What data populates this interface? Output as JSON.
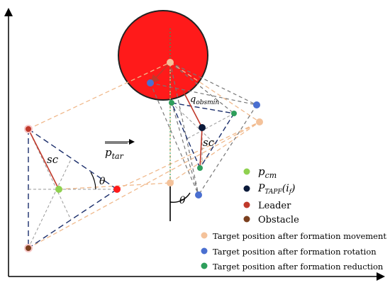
{
  "labels": {
    "sc_left": "sc",
    "sc_right": "sc",
    "theta_left": "θ",
    "theta_bottom": "θ",
    "q_main": "q",
    "q_sub": "obsmin",
    "p_tar": "p",
    "p_tar_sub": "tar"
  },
  "legend": {
    "pcm_main": "p",
    "pcm_sub": "cm",
    "ptapf_main": "P",
    "ptapf_sub": "TAPF",
    "ptapf_arg": "(i",
    "ptapf_arg_sub": "f",
    "ptapf_close": ")",
    "leader": "Leader",
    "obstacle": "Obstacle",
    "movement": "Target position after formation movement",
    "rotation": "Target position after formation rotation",
    "reduction": "Target position after formation reduction"
  },
  "colors": {
    "obstacle": "#ff1a1a",
    "centroid": "#8fd14f",
    "tapf": "#0b1a3a",
    "leader": "#c0392b",
    "obstacle_dot": "#7b3f1e",
    "movement": "#f4c29a",
    "rotation": "#4a6fd0",
    "reduction": "#2e9e5b"
  }
}
